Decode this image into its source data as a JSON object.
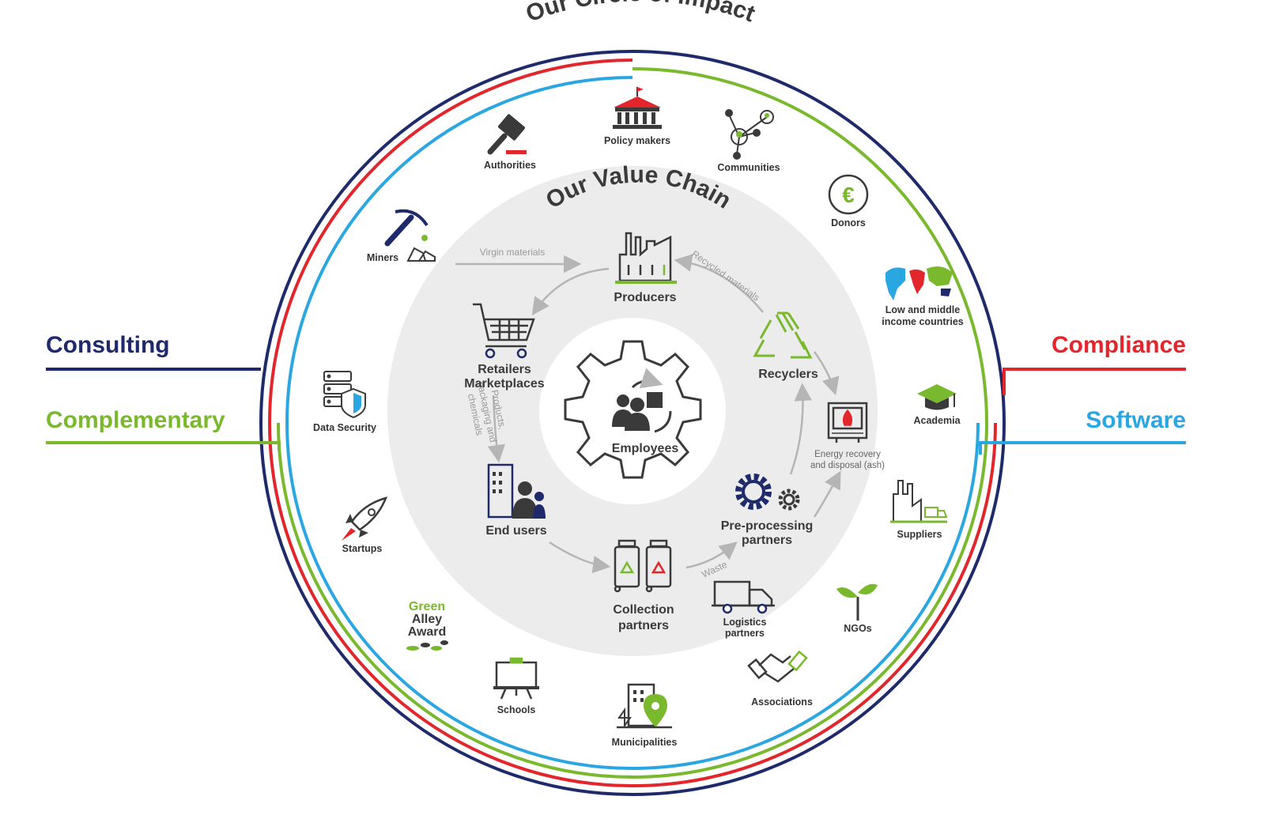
{
  "colors": {
    "navy": "#1f2a6b",
    "red": "#e3262b",
    "green": "#7ab92e",
    "blue": "#2aa7e1",
    "dark": "#3a3a3a",
    "grey_bg": "#ececec",
    "arrow": "#b5b5b5"
  },
  "title_outer": "Our Circle of Impact",
  "title_inner": "Our Value Chain",
  "side_labels": {
    "consulting": "Consulting",
    "complementary": "Complementary",
    "compliance": "Compliance",
    "software": "Software"
  },
  "stakeholders": {
    "authorities": "Authorities",
    "policy_makers": "Policy makers",
    "communities": "Communities",
    "donors": "Donors",
    "miners": "Miners",
    "low_middle_1": "Low and middle",
    "low_middle_2": "income countries",
    "academia": "Academia",
    "data_security": "Data Security",
    "suppliers": "Suppliers",
    "startups": "Startups",
    "ngos": "NGOs",
    "award_1": "Green",
    "award_2": "Alley",
    "award_3": "Award",
    "associations": "Associations",
    "schools": "Schools",
    "municipalities": "Municipalities"
  },
  "value_chain": {
    "producers": "Producers",
    "retailers_1": "Retailers",
    "retailers_2": "Marketplaces",
    "recyclers": "Recyclers",
    "employees": "Employees",
    "energy_1": "Energy recovery",
    "energy_2": "and disposal (ash)",
    "end_users": "End users",
    "preprocessing_1": "Pre-processing",
    "preprocessing_2": "partners",
    "collection_1": "Collection",
    "collection_2": "partners",
    "logistics_1": "Logistics",
    "logistics_2": "partners"
  },
  "flows": {
    "virgin": "Virgin materials",
    "recycled": "Recycled materials",
    "products_1": "Products,",
    "products_2": "packaging and",
    "products_3": "chemicals",
    "waste": "Waste"
  },
  "icons": [
    "gavel-icon",
    "government-building-icon",
    "network-people-icon",
    "euro-coin-icon",
    "pickaxe-icon",
    "world-map-icon",
    "graduation-cap-icon",
    "server-shield-icon",
    "factory-truck-icon",
    "rocket-icon",
    "sprout-icon",
    "footprints-icon",
    "handshake-icon",
    "whiteboard-icon",
    "city-pin-icon",
    "factory-icon",
    "shopping-cart-icon",
    "recycle-icon",
    "gear-people-icon",
    "incinerator-icon",
    "office-people-icon",
    "gears-icon",
    "recycling-bins-icon",
    "truck-icon"
  ]
}
